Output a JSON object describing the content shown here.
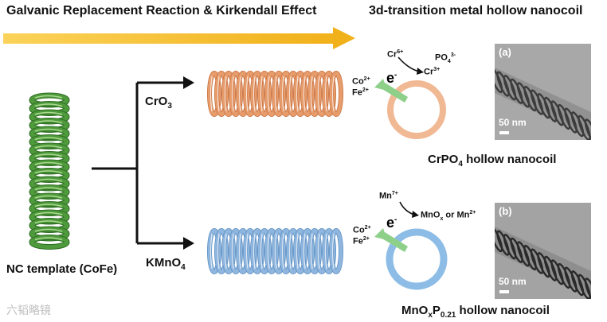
{
  "titles": {
    "left": "Galvanic Replacement Reaction & Kirkendall Effect",
    "right": "3d-transition metal hollow nanocoil"
  },
  "template": {
    "label": "NC template (CoFe)"
  },
  "colors": {
    "arrow_yellow": "#f3b71e",
    "template_green": "#4f9a3c",
    "coil_orange": "#e79c6c",
    "coil_blue": "#8fb6de",
    "ring_orange": "#f1b894",
    "ring_blue": "#8dbde6",
    "arrow_green": "#8ed08a"
  },
  "branch_top": {
    "reagent": {
      "main": "CrO",
      "sub": "3"
    },
    "reaction": {
      "reactant": {
        "main": "Cr",
        "sup": "6+"
      },
      "product": {
        "main": "Cr",
        "sup": "3+"
      },
      "phosphate": {
        "main": "PO",
        "sub": "4",
        "sup": "3-"
      },
      "electron": {
        "main": "e",
        "sup": "-"
      },
      "ion1": {
        "main": "Co",
        "sup": "2+"
      },
      "ion2": {
        "main": "Fe",
        "sup": "2+"
      }
    },
    "product_label": {
      "part1": "CrPO",
      "sub1": "4",
      "part2": " hollow nanocoil"
    },
    "tem": {
      "panel": "(a)",
      "scale": "50 nm"
    }
  },
  "branch_bottom": {
    "reagent": {
      "main": "KMnO",
      "sub": "4"
    },
    "reaction": {
      "reactant": {
        "main": "Mn",
        "sup": "7+"
      },
      "product": {
        "a": "MnO",
        "a_sub": "x",
        "or": " or Mn",
        "b_sup": "2+"
      },
      "electron": {
        "main": "e",
        "sup": "-"
      },
      "ion1": {
        "main": "Co",
        "sup": "2+"
      },
      "ion2": {
        "main": "Fe",
        "sup": "2+"
      }
    },
    "product_label": {
      "part1": "MnO",
      "sub1": "x",
      "part2": "P",
      "sub2": "0.21",
      "part3": " hollow nanocoil"
    },
    "tem": {
      "panel": "(b)",
      "scale": "50 nm"
    }
  },
  "watermark": "六韬略镜"
}
